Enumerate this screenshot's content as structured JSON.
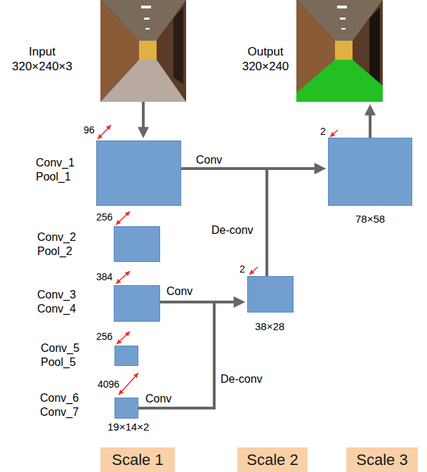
{
  "diagram": {
    "nodes": [
      {
        "text": [
          "Input 320×240×3"
        ]
      },
      {
        "text": [
          "Output 320×240"
        ]
      },
      {
        "text": [
          "Conv_1 Pool_1",
          "96"
        ]
      },
      {
        "text": [
          "Conv_2 Pool_2",
          "256"
        ]
      },
      {
        "text": [
          "Conv_3 Conv_4",
          "384"
        ]
      },
      {
        "text": [
          "Conv_5 Pool_5",
          "256"
        ]
      },
      {
        "text": [
          "Conv_6 Conv_7",
          "4096",
          "19×14×2"
        ]
      },
      {
        "text": [
          "2",
          "38×28"
        ]
      },
      {
        "text": [
          "2",
          "78×58"
        ]
      },
      {
        "text": [
          "Scale 1"
        ]
      },
      {
        "text": [
          "Scale 2"
        ]
      },
      {
        "text": [
          "Scale 3"
        ]
      }
    ],
    "edges": [
      {
        "from": 0,
        "to": 2,
        "arrow": "to"
      },
      {
        "from": 2,
        "to": 8,
        "label": "Conv",
        "arrow": "to"
      },
      {
        "from": 4,
        "to": 7,
        "label": "Conv",
        "arrow": "to"
      },
      {
        "from": 6,
        "to": 7,
        "label": "Conv",
        "arrow": "to"
      },
      {
        "from": 7,
        "to": 8,
        "label": "De-conv",
        "arrow": "to"
      },
      {
        "from": 8,
        "to": 1,
        "arrow": "to"
      }
    ],
    "labels": [
      "De-conv"
    ]
  }
}
